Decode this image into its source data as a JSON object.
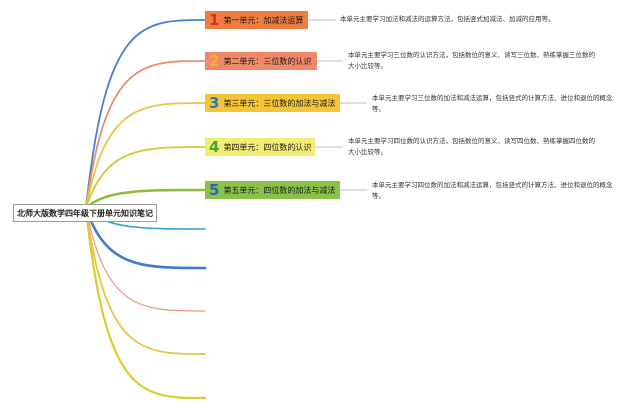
{
  "root": {
    "label": "北师大版数学四年级下册单元知识笔记"
  },
  "topics": [
    {
      "num": "1",
      "label": "第一单元：加减法运算",
      "fill": "#ef7d3f",
      "num_color": "#e4283a",
      "line": "#4a7fd0",
      "desc": "本单元主要学习加法和减法的运算方法，包括竖式加减法、加减的应用等。"
    },
    {
      "num": "2",
      "label": "第二单元：三位数的认识",
      "fill": "#f0886a",
      "num_color": "#f0b22a",
      "line": "#ea8b6e",
      "desc": "本单元主要学习三位数的认识方法，包括数位的意义、读写三位数、熟练掌握三位数的大小比较等。"
    },
    {
      "num": "3",
      "label": "第三单元：三位数的加法与减法",
      "fill": "#f6c437",
      "num_color": "#2a78c8",
      "line": "#e8c543",
      "desc": "本单元主要学习三位数的加法和减法运算，包括竖式的计算方法、进位和退位的概念等。"
    },
    {
      "num": "4",
      "label": "第四单元：四位数的认识",
      "fill": "#f4ec74",
      "num_color": "#3aa83a",
      "line": "#d0cb2e",
      "desc": "本单元主要学习四位数的认识方法，包括数位的意义、读写四位数、熟练掌握四位数的大小比较等。"
    },
    {
      "num": "5",
      "label": "第五单元：四位数的加法与减法",
      "fill": "#8bc34a",
      "num_color": "#2f63b8",
      "line": "#8cba3a",
      "desc": "本单元主要学习四位数的加法和减法运算，包括竖式的计算方法、进位和退位的概念等。"
    }
  ],
  "empty_branches": [
    {
      "line": "#2d9fd6"
    },
    {
      "line": "#3f7ccf"
    },
    {
      "line": "#eb9a82"
    },
    {
      "line": "#e8c543"
    },
    {
      "line": "#d8ce2e"
    }
  ]
}
